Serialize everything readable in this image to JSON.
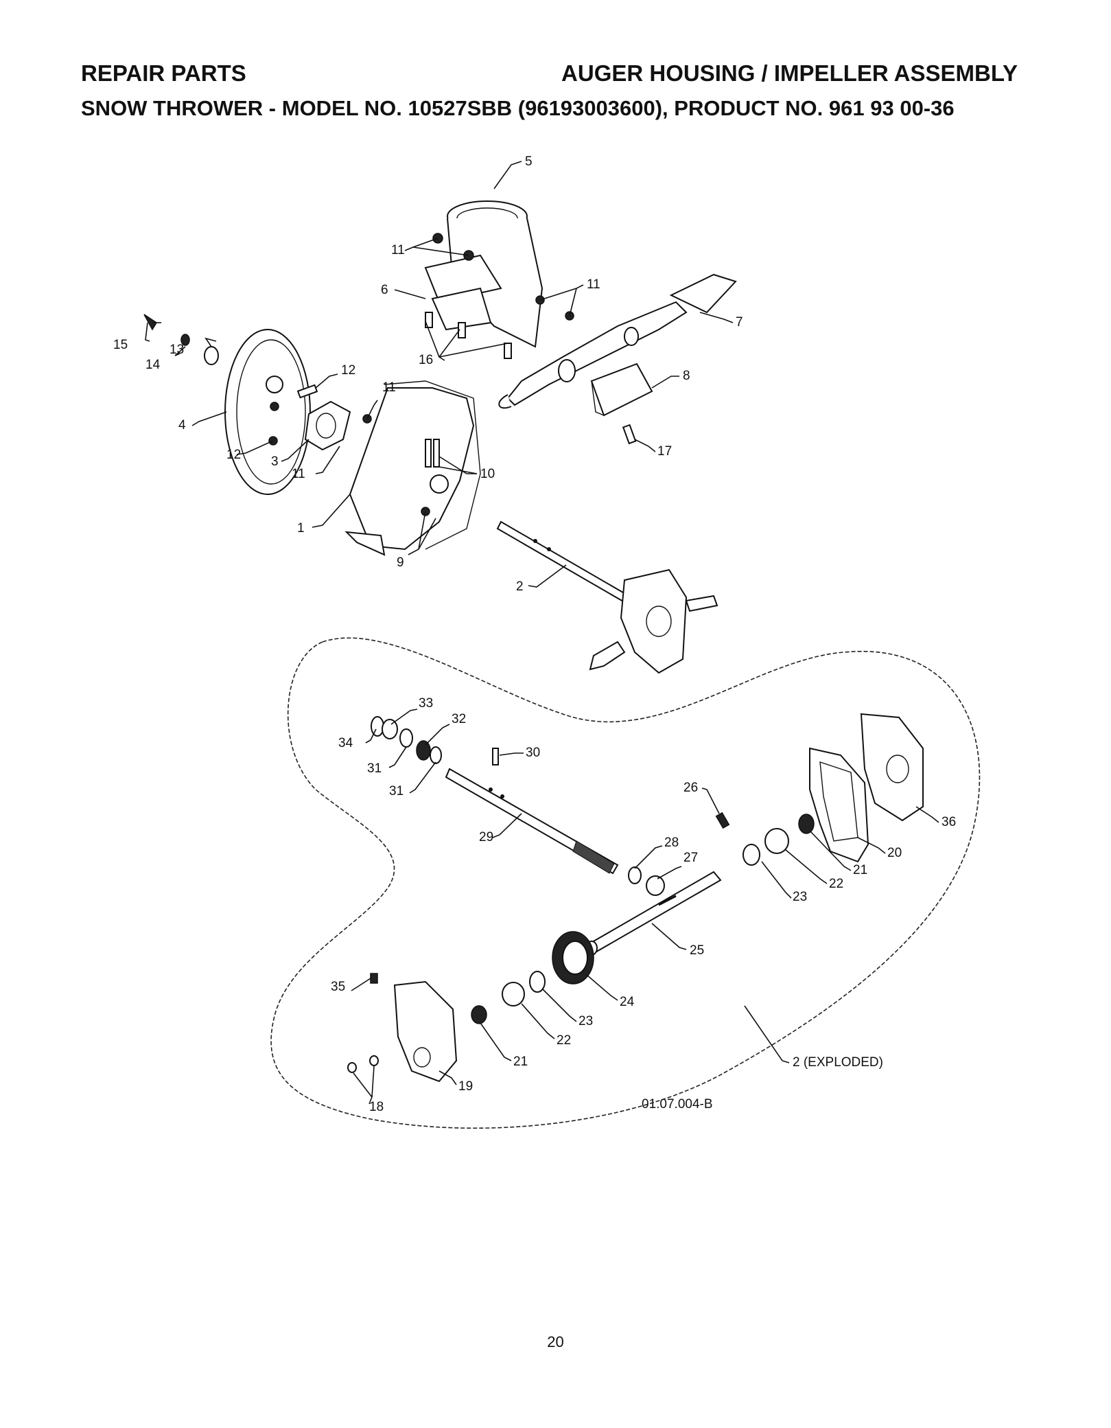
{
  "header": {
    "left_title": "REPAIR PARTS",
    "right_title": "AUGER HOUSING / IMPELLER ASSEMBLY",
    "subtitle_prefix": "SNOW THROWER - MODEL NO.",
    "model_no": "10527SBB",
    "subtitle_suffix": "(96193003600), PRODUCT NO. 961 93 00-36"
  },
  "diagram": {
    "callouts": {
      "c1": "1",
      "c2": "2",
      "c3": "3",
      "c4": "4",
      "c5": "5",
      "c6": "6",
      "c7": "7",
      "c8": "8",
      "c9": "9",
      "c10": "10",
      "c11a": "11",
      "c11b": "11",
      "c11c": "11",
      "c11d": "11",
      "c12a": "12",
      "c12b": "12",
      "c13": "13",
      "c14": "14",
      "c15": "15",
      "c16": "16",
      "c17": "17",
      "c18": "18",
      "c19": "19",
      "c20": "20",
      "c21a": "21",
      "c21b": "21",
      "c22a": "22",
      "c22b": "22",
      "c23a": "23",
      "c23b": "23",
      "c24": "24",
      "c25": "25",
      "c26": "26",
      "c27": "27",
      "c28": "28",
      "c29": "29",
      "c30": "30",
      "c31a": "31",
      "c31b": "31",
      "c32": "32",
      "c33": "33",
      "c34": "34",
      "c35": "35",
      "c36": "36",
      "c2x": "2 (EXPLODED)"
    },
    "figure_code": "01.07.004-B"
  },
  "footer": {
    "page_number": "20"
  }
}
